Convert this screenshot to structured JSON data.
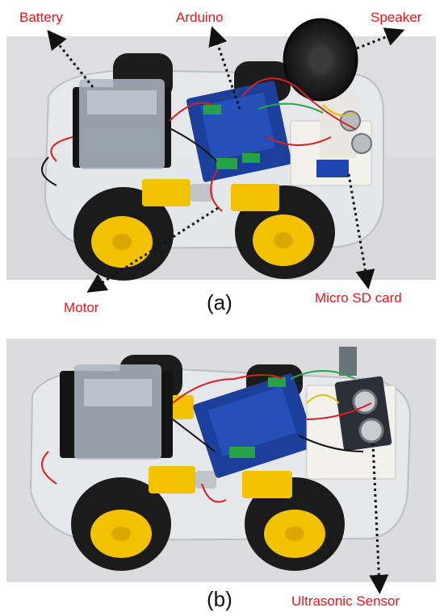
{
  "panel_a": {
    "caption": "(a)",
    "labels": {
      "battery": "Battery",
      "arduino": "Arduino",
      "speaker": "Speaker",
      "motor": "Motor",
      "micro_sd": "Micro SD card"
    }
  },
  "panel_b": {
    "caption": "(b)",
    "labels": {
      "ultrasonic": "Ultrasonic Sensor"
    }
  },
  "colors": {
    "label": "#e8141b",
    "arrow": "#111111",
    "wheel_hub": "#f2c200",
    "tire": "#1b1b1b",
    "board": "#1c3f9c",
    "terminal": "#25a244",
    "tape": "#aeb8c4"
  }
}
